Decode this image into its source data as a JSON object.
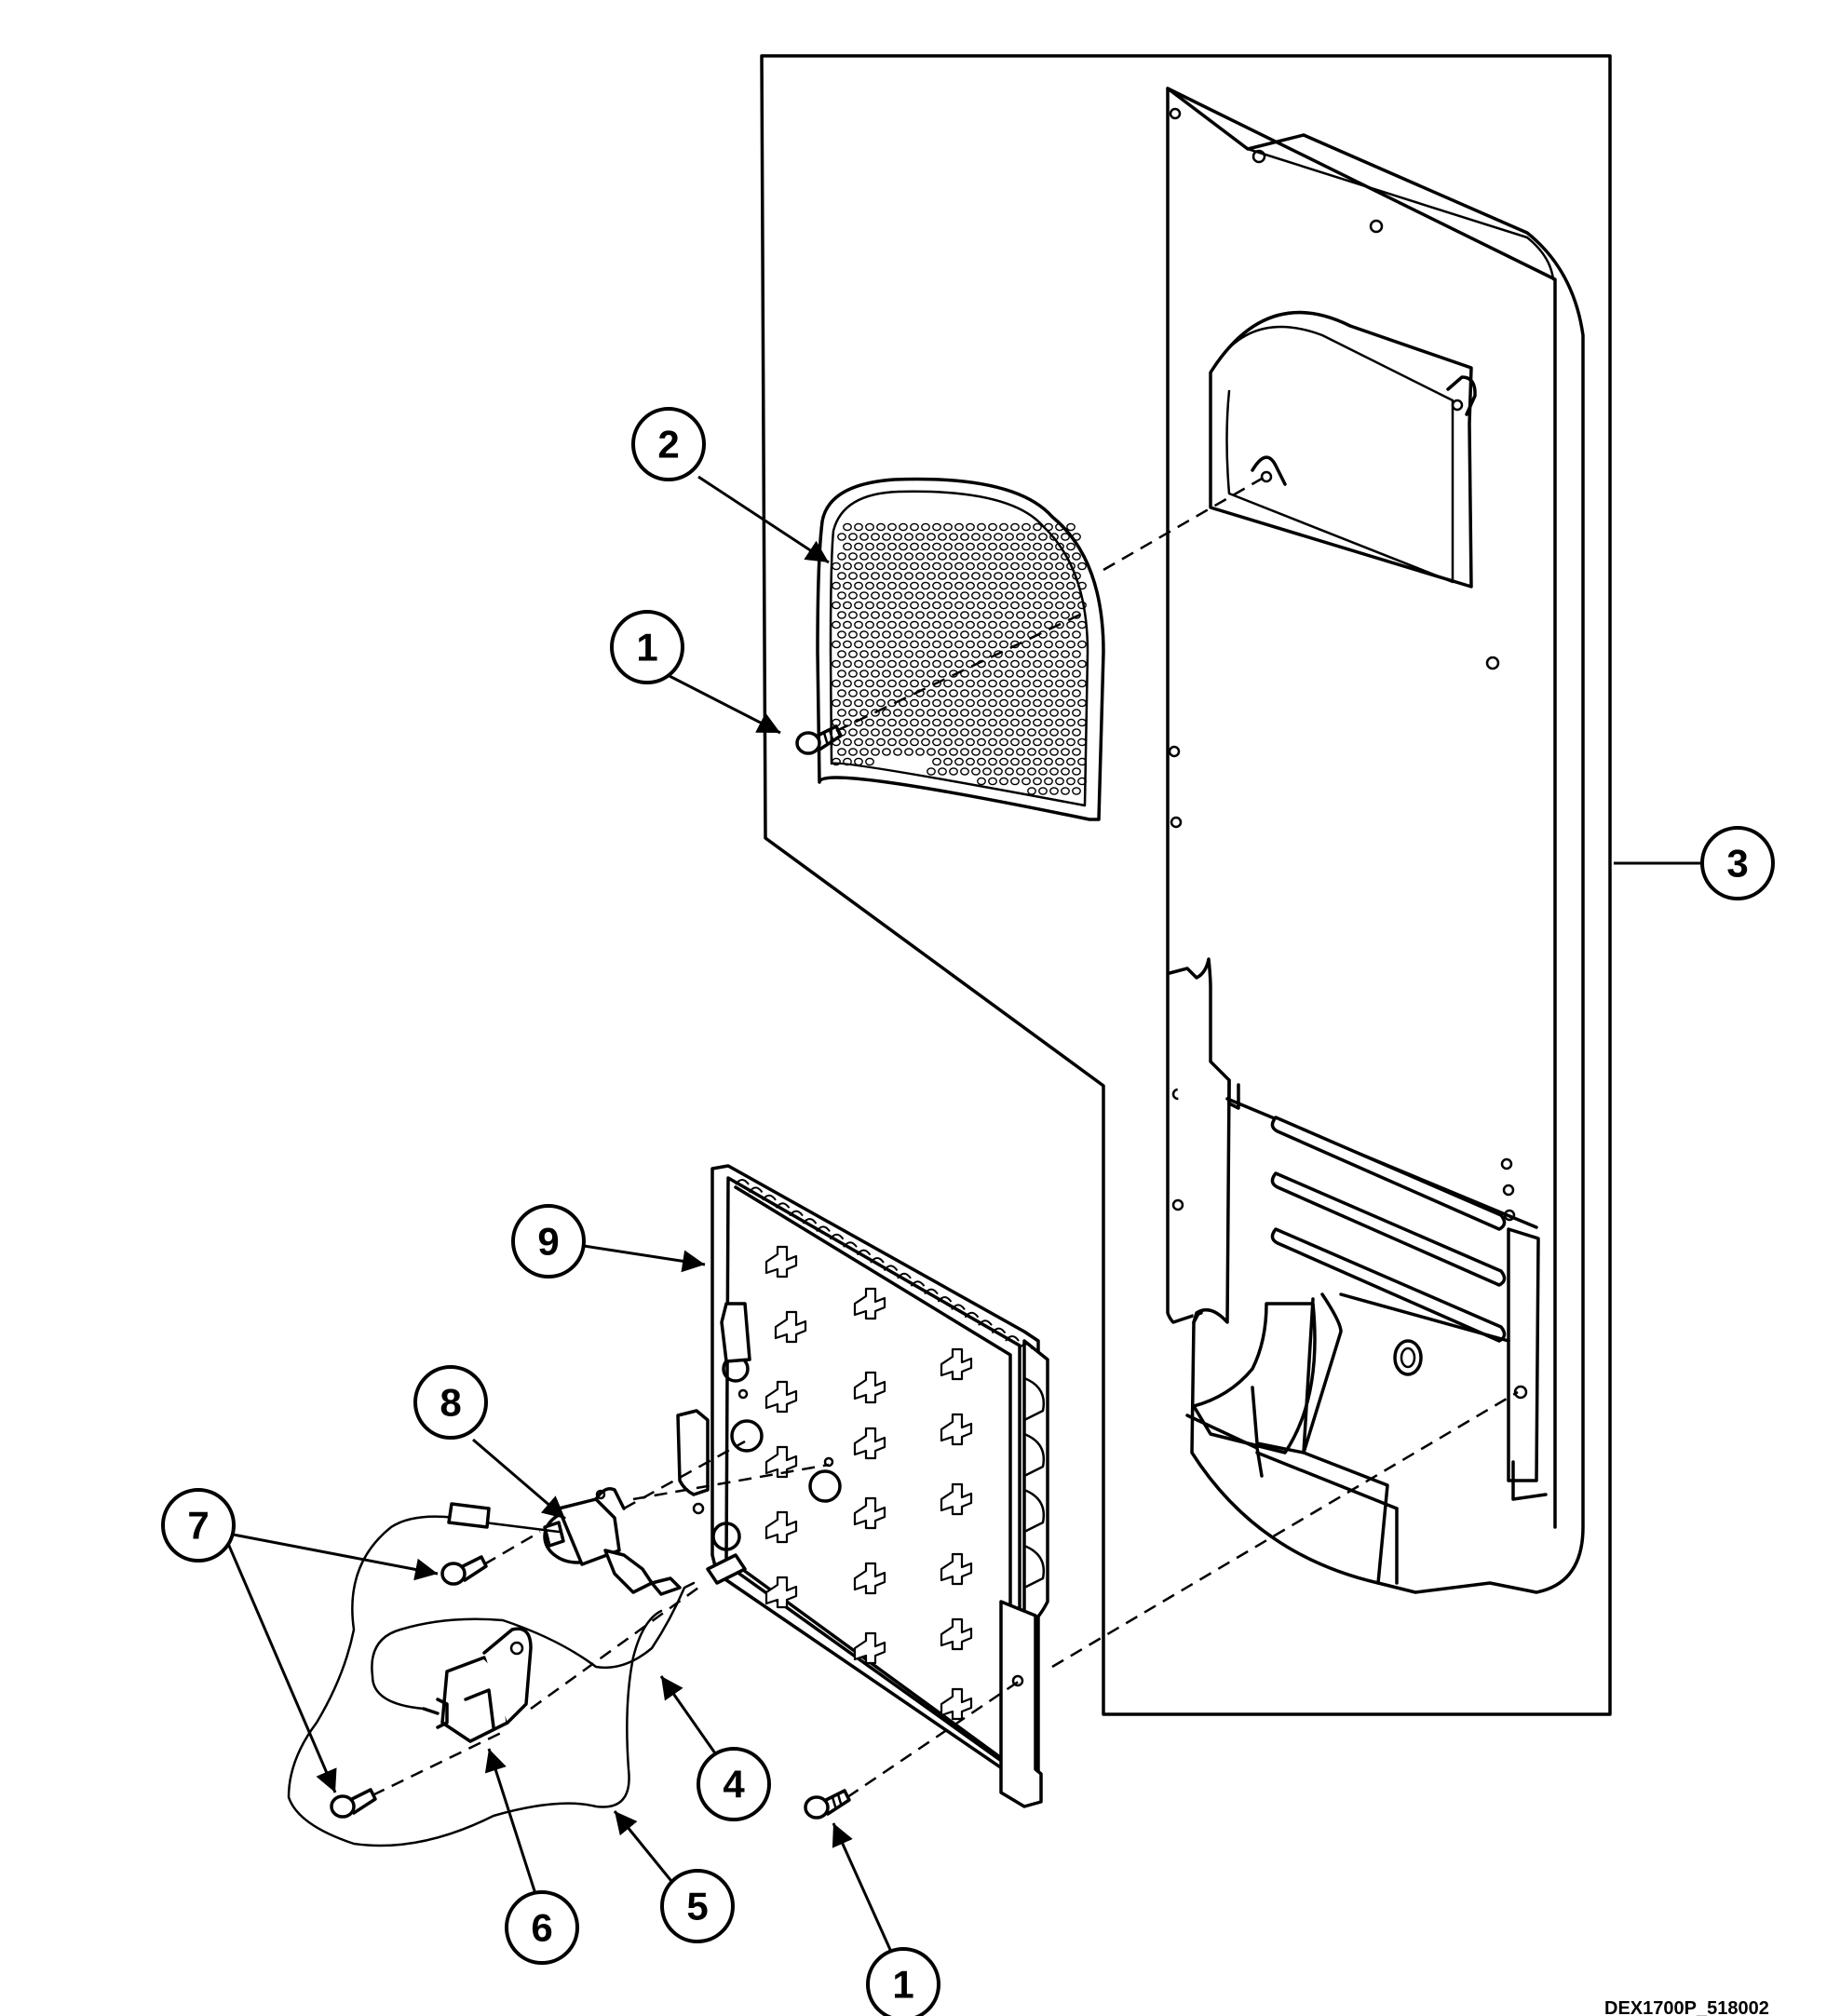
{
  "callouts": {
    "c1a": "1",
    "c2": "2",
    "c3": "3",
    "c9": "9",
    "c8": "8",
    "c7": "7",
    "c4": "4",
    "c5": "5",
    "c6": "6",
    "c1b": "1"
  },
  "drawing_code": "DEX1700P_518002"
}
